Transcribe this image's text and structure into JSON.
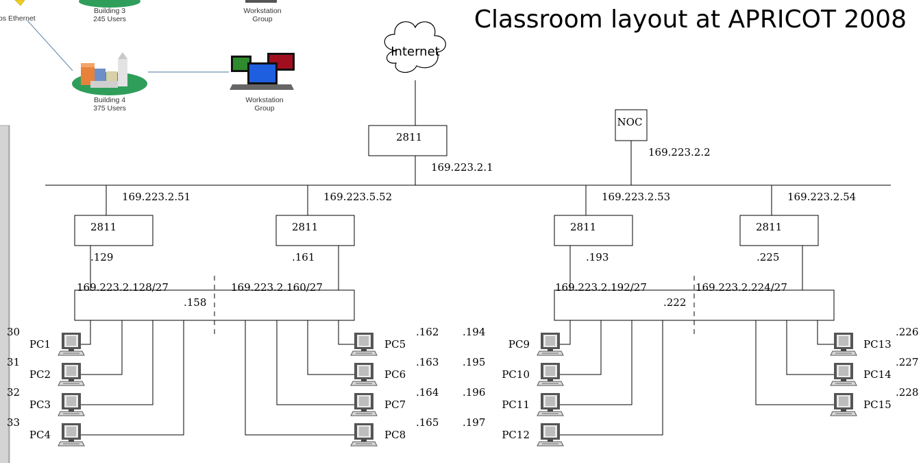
{
  "title": "Classroom layout at APRICOT 2008",
  "inset": {
    "building3_name": "Building 3",
    "building3_users": "245 Users",
    "building4_name": "Building 4",
    "building4_users": "375 Users",
    "workstation_top_line1": "Workstation",
    "workstation_top_line2": "Group",
    "workstation_bottom_line1": "Workstation",
    "workstation_bottom_line2": "Group",
    "ethernet_fragment": "ps Ethernet",
    "colors": {
      "lawn": "#2f9e5b",
      "pc_green": "#2e8b2e",
      "pc_blue": "#1e5fe0",
      "pc_red": "#a10f1f"
    }
  },
  "internet": {
    "label": "Internet"
  },
  "core": {
    "router": "2811",
    "ip": "169.223.2.1"
  },
  "noc": {
    "label": "NOC",
    "ip": "169.223.2.2"
  },
  "routers": [
    {
      "label": "2811",
      "ip": "169.223.2.51",
      "iface": ".129"
    },
    {
      "label": "2811",
      "ip": "169.223.5.52",
      "iface": ".161"
    },
    {
      "label": "2811",
      "ip": "169.223.2.53",
      "iface": ".193"
    },
    {
      "label": "2811",
      "ip": "169.223.2.54",
      "iface": ".225"
    }
  ],
  "subnets": [
    {
      "label": "169.223.2.128/27"
    },
    {
      "label": "169.223.2.160/27"
    },
    {
      "label": "169.223.2.192/27"
    },
    {
      "label": "169.223.2.224/27"
    }
  ],
  "switch_addrs": [
    ".158",
    ".222"
  ],
  "pcs": [
    {
      "name": "PC1",
      "ip": "30"
    },
    {
      "name": "PC2",
      "ip": "31"
    },
    {
      "name": "PC3",
      "ip": "32"
    },
    {
      "name": "PC4",
      "ip": "33"
    },
    {
      "name": "PC5",
      "ip": ".162"
    },
    {
      "name": "PC6",
      "ip": ".163"
    },
    {
      "name": "PC7",
      "ip": ".164"
    },
    {
      "name": "PC8",
      "ip": ".165"
    },
    {
      "name": "PC9",
      "ip": ".194"
    },
    {
      "name": "PC10",
      "ip": ".195"
    },
    {
      "name": "PC11",
      "ip": ".196"
    },
    {
      "name": "PC12",
      "ip": ".197"
    },
    {
      "name": "PC13",
      "ip": ".226"
    },
    {
      "name": "PC14",
      "ip": ".227"
    },
    {
      "name": "PC15",
      "ip": ".228"
    }
  ]
}
